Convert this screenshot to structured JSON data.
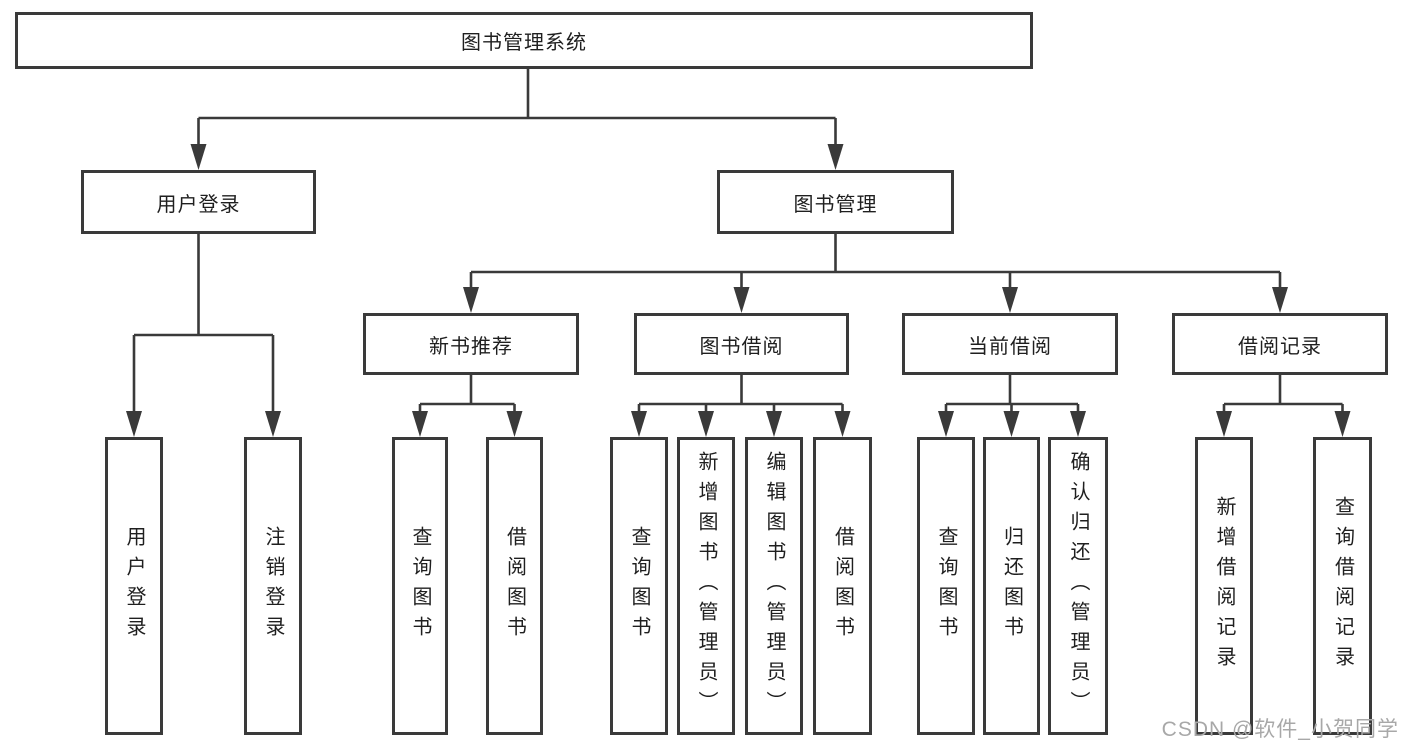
{
  "diagram": {
    "root": {
      "label": "图书管理系统"
    },
    "level2": [
      {
        "label": "用户登录"
      },
      {
        "label": "图书管理"
      }
    ],
    "level3": [
      {
        "label": "新书推荐"
      },
      {
        "label": "图书借阅"
      },
      {
        "label": "当前借阅"
      },
      {
        "label": "借阅记录"
      }
    ],
    "leaves": {
      "user_login": [
        "用户登录",
        "注销登录"
      ],
      "new_books": [
        "查询图书",
        "借阅图书"
      ],
      "book_borrow": [
        "查询图书",
        "新增图书（管理员）",
        "编辑图书（管理员）",
        "借阅图书"
      ],
      "current_borrow": [
        "查询图书",
        "归还图书",
        "确认归还（管理员）"
      ],
      "borrow_records": [
        "新增借阅记录",
        "查询借阅记录"
      ]
    }
  },
  "watermark": "CSDN @软件_小贺同学",
  "colors": {
    "line": "#3a3a3a",
    "text": "#1f1f1f",
    "watermark": "#a8a8a8",
    "background": "#ffffff"
  }
}
